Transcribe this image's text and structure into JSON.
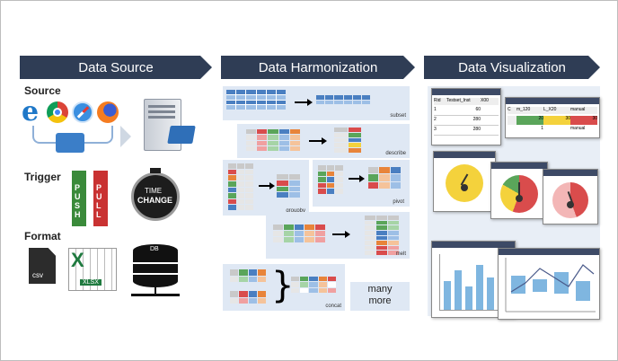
{
  "banners": {
    "source": "Data Source",
    "harmonization": "Data Harmonization",
    "visualization": "Data Visualization"
  },
  "source_panel": {
    "source_label": "Source",
    "trigger_label": "Trigger",
    "format_label": "Format",
    "push_text": "PUSH",
    "pull_text": "PULL",
    "watch_text_1": "TIME",
    "watch_text_2": "CHANGE",
    "csv_text": "csv",
    "xlsx_text": "XLSX",
    "db_text": "DB"
  },
  "harmonization_panel": {
    "subset": "subset",
    "describe": "describe",
    "groupby": "groupby",
    "pivot": "pivot",
    "melt": "melt",
    "concat": "concat",
    "many_more": "many\nmore"
  },
  "viz_panel": {
    "table_headers": [
      "Rid",
      "Testset_Inst",
      "X00"
    ],
    "table_rows": [
      [
        "1",
        "60"
      ],
      [
        "2",
        "280"
      ],
      [
        "3",
        "280"
      ]
    ],
    "table2_headers": [
      "C",
      "m_120",
      "L_X20",
      "manual"
    ],
    "table2_rows": [
      [
        "20",
        "30",
        "30"
      ],
      [
        "1",
        "",
        "manual"
      ]
    ]
  },
  "colors": {
    "banner": "#2f3d55",
    "panel": "#dfe8f4",
    "blue": "#4a7fc1",
    "orange": "#e8843a",
    "green": "#5aa55a",
    "yellow": "#f4d23c",
    "red": "#d94c4c"
  }
}
